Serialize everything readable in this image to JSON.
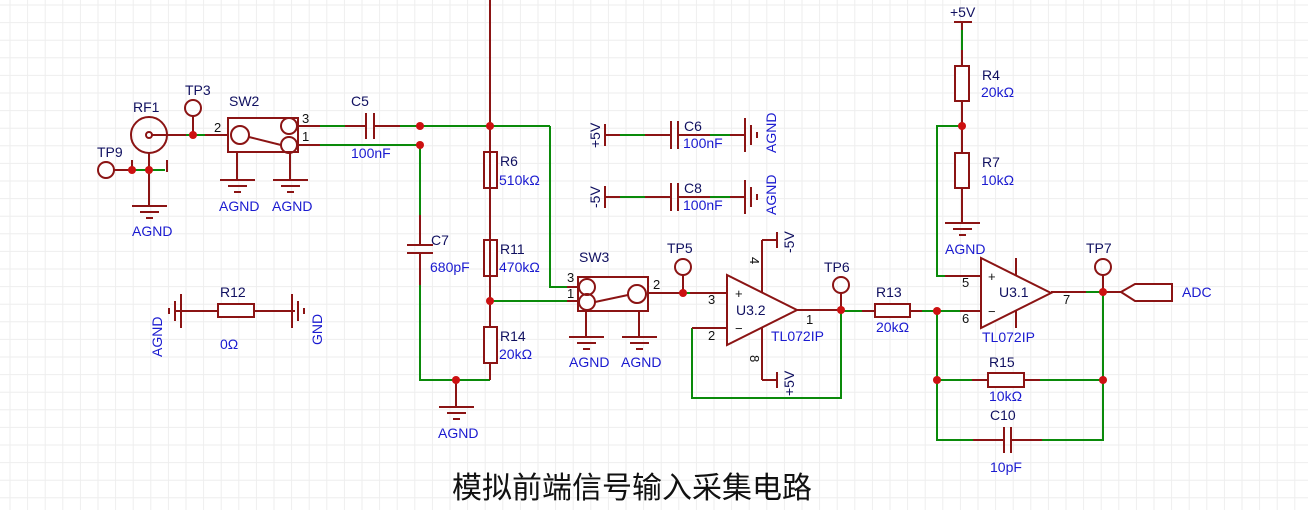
{
  "title": "模拟前端信号输入采集电路",
  "colors": {
    "wire": "#0a8a0a",
    "symbol": "#8b1414",
    "junction": "#cc1111",
    "designator": "#101060",
    "value": "#1a1ad0",
    "grid": "#eeeeee"
  },
  "components": {
    "RF1": {
      "ref": "RF1",
      "type": "coaxial-connector"
    },
    "TP3": {
      "ref": "TP3",
      "type": "test-point"
    },
    "TP9": {
      "ref": "TP9",
      "type": "test-point"
    },
    "TP5": {
      "ref": "TP5",
      "type": "test-point"
    },
    "TP6": {
      "ref": "TP6",
      "type": "test-point"
    },
    "TP7": {
      "ref": "TP7",
      "type": "test-point"
    },
    "SW2": {
      "ref": "SW2",
      "type": "switch",
      "pins": [
        "2",
        "3",
        "1"
      ]
    },
    "SW3": {
      "ref": "SW3",
      "type": "switch",
      "pins": [
        "3",
        "1",
        "2"
      ]
    },
    "C5": {
      "ref": "C5",
      "value": "100nF"
    },
    "C6": {
      "ref": "C6",
      "value": "100nF"
    },
    "C7": {
      "ref": "C7",
      "value": "680pF"
    },
    "C8": {
      "ref": "C8",
      "value": "100nF"
    },
    "C10": {
      "ref": "C10",
      "value": "10pF"
    },
    "R4": {
      "ref": "R4",
      "value": "20kΩ"
    },
    "R6": {
      "ref": "R6",
      "value": "510kΩ"
    },
    "R7": {
      "ref": "R7",
      "value": "10kΩ"
    },
    "R11": {
      "ref": "R11",
      "value": "470kΩ"
    },
    "R12": {
      "ref": "R12",
      "value": "0Ω"
    },
    "R13": {
      "ref": "R13",
      "value": "20kΩ"
    },
    "R14": {
      "ref": "R14",
      "value": "20kΩ"
    },
    "R15": {
      "ref": "R15",
      "value": "10kΩ"
    },
    "U3_2": {
      "ref": "U3.2",
      "part": "TL072IP",
      "pins": {
        "plus": "3",
        "minus": "2",
        "out": "1",
        "vneg": "4",
        "vpos": "8"
      }
    },
    "U3_1": {
      "ref": "U3.1",
      "part": "TL072IP",
      "pins": {
        "plus": "5",
        "minus": "6",
        "out": "7"
      }
    }
  },
  "nets": {
    "agnd": "AGND",
    "gnd": "GND",
    "pos5v": "+5V",
    "neg5v": "-5V",
    "adc": "ADC"
  }
}
